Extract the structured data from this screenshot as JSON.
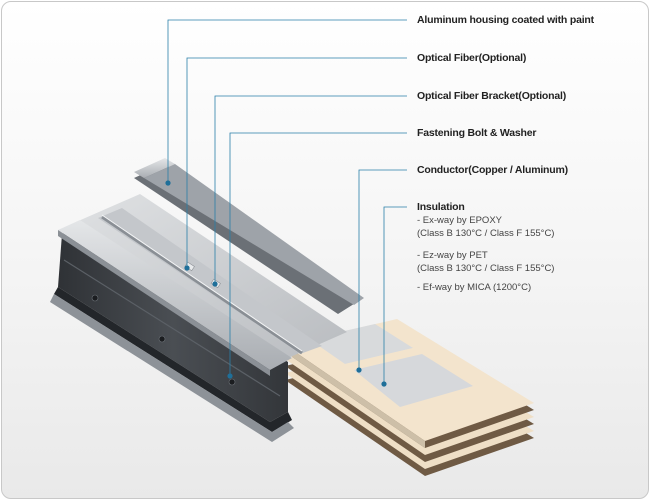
{
  "colors": {
    "leader": "#2a7fa8",
    "dot": "#1f6f99",
    "housing_dark": "#3b3e42",
    "housing_light": "#c8cbcf",
    "conductor_silver": "#d6d8da",
    "conductor_cream": "#f2e3cc"
  },
  "labels": {
    "housing": "Aluminum housing coated with paint",
    "fiber": "Optical Fiber(Optional)",
    "bracket": "Optical Fiber Bracket(Optional)",
    "bolt": "Fastening Bolt & Washer",
    "conductor": "Conductor(Copper / Aluminum)",
    "insulation": "Insulation"
  },
  "insulation_items": [
    {
      "name": "- Ex-way by EPOXY",
      "detail": "(Class B 130°C / Class F 155°C)"
    },
    {
      "name": "- Ez-way by PET",
      "detail": "(Class B 130°C / Class F 155°C)"
    },
    {
      "name": "- Ef-way by MICA (1200°C)",
      "detail": ""
    }
  ]
}
